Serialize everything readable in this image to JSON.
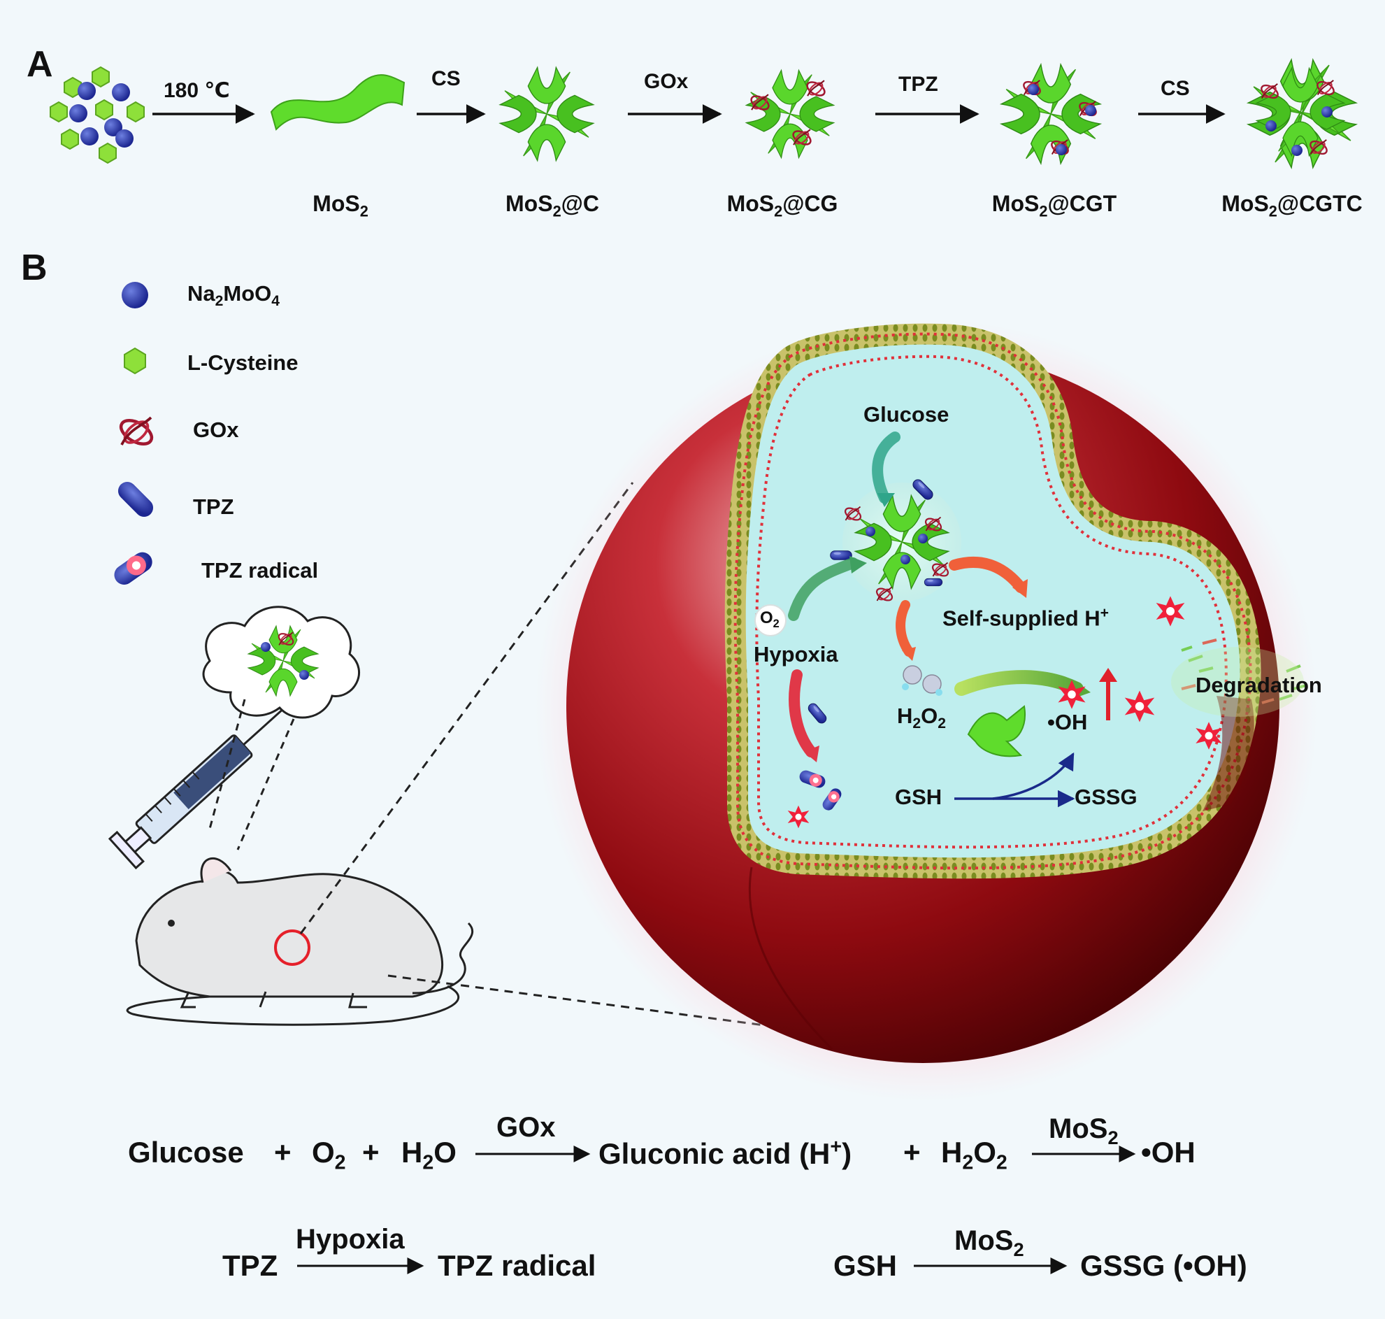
{
  "panels": {
    "a": "A",
    "b": "B"
  },
  "panel_a": {
    "steps": [
      "180 ℃",
      "CS",
      "GOx",
      "TPZ",
      "CS"
    ],
    "products": [
      {
        "base": "MoS",
        "sub": "2",
        "suffix": ""
      },
      {
        "base": "MoS",
        "sub": "2",
        "suffix": "@C"
      },
      {
        "base": "MoS",
        "sub": "2",
        "suffix": "@CG"
      },
      {
        "base": "MoS",
        "sub": "2",
        "suffix": "@CGT"
      },
      {
        "base": "MoS",
        "sub": "2",
        "suffix": "@CGTC"
      }
    ]
  },
  "legend": {
    "na2moo4": {
      "p1": "Na",
      "s1": "2",
      "p2": "MoO",
      "s2": "4"
    },
    "lcys": "L-Cysteine",
    "gox": "GOx",
    "tpz": "TPZ",
    "tpzr": "TPZ radical"
  },
  "cell": {
    "glucose": "Glucose",
    "o2": {
      "p": "O",
      "s": "2"
    },
    "hypoxia": "Hypoxia",
    "selfh": {
      "p": "Self-supplied H",
      "sup": "+"
    },
    "h2o2": {
      "p1": "H",
      "s1": "2",
      "p2": "O",
      "s2": "2"
    },
    "oh": "•OH",
    "gsh": "GSH",
    "gssg": "GSSG",
    "degradation": "Degradation"
  },
  "equations": {
    "e1": {
      "glucose": "Glucose",
      "plus": "+",
      "o2": {
        "p": "O",
        "s": "2"
      },
      "h2o": {
        "p1": "H",
        "s1": "2",
        "p2": "O"
      },
      "gox": "GOx",
      "gluconic": {
        "p": "Gluconic acid (H",
        "sup": "+",
        "q": ")"
      },
      "h2o2": {
        "p1": "H",
        "s1": "2",
        "p2": "O",
        "s2": "2"
      },
      "mos2": {
        "p": "MoS",
        "s": "2"
      },
      "oh": "•OH"
    },
    "e2": {
      "tpz": "TPZ",
      "hypoxia": "Hypoxia",
      "tpzr": "TPZ radical"
    },
    "e3": {
      "gsh": "GSH",
      "mos2": {
        "p": "MoS",
        "s": "2"
      },
      "gssg": "GSSG (•OH)"
    }
  },
  "colors": {
    "sheet": "#5fdc2c",
    "molybdate": "#2a3aa0",
    "cysteine": "#8ee03a",
    "tumor": "#9a0d10",
    "cytoplasm": "#bfeeee",
    "membrane": "#e0303a"
  }
}
